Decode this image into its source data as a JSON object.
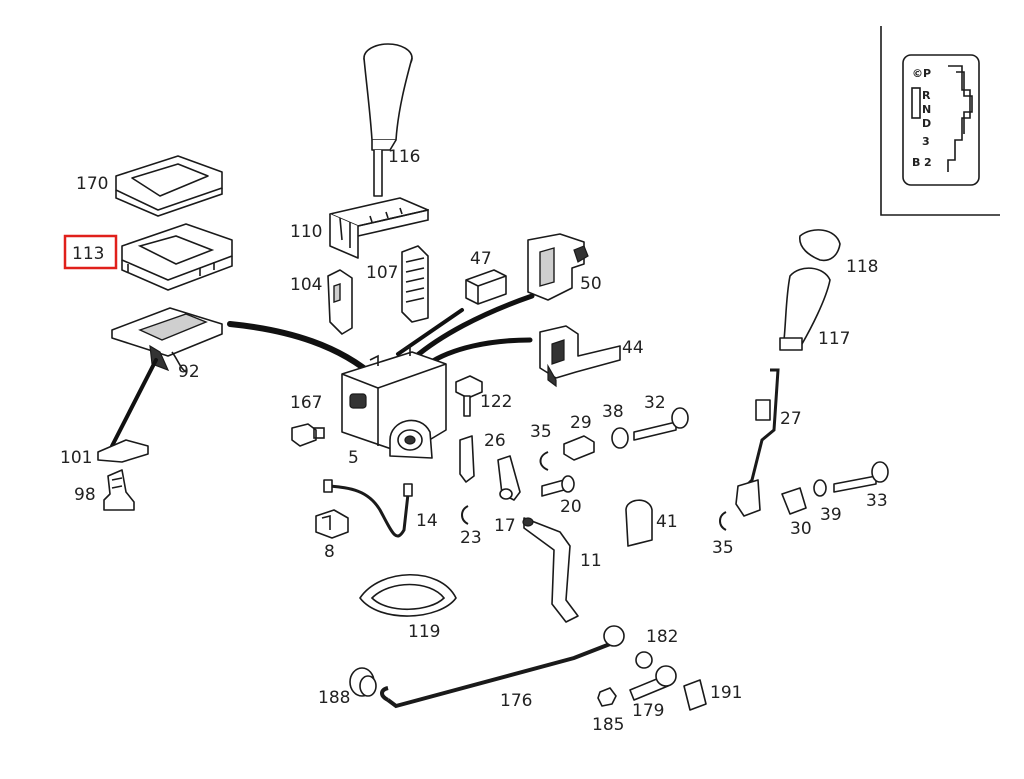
{
  "callouts": {
    "p170": "170",
    "p113": "113",
    "p92": "92",
    "p101": "101",
    "p98": "98",
    "p116": "116",
    "p110": "110",
    "p104": "104",
    "p107": "107",
    "p47": "47",
    "p50": "50",
    "p44": "44",
    "p122": "122",
    "p167": "167",
    "p5": "5",
    "p26": "26",
    "p35a": "35",
    "p29": "29",
    "p38": "38",
    "p32": "32",
    "p20": "20",
    "p17": "17",
    "p23": "23",
    "p41": "41",
    "p14": "14",
    "p8": "8",
    "p11": "11",
    "p119": "119",
    "p182": "182",
    "p188": "188",
    "p176": "176",
    "p185": "185",
    "p179": "179",
    "p191": "191",
    "p118": "118",
    "p117": "117",
    "p27": "27",
    "p35b": "35",
    "p30": "30",
    "p39": "39",
    "p33": "33"
  },
  "gate": {
    "positions": [
      "P",
      "R",
      "N",
      "D",
      "3",
      "2"
    ],
    "marks": [
      "©",
      "B"
    ]
  },
  "highlight": {
    "label": "113",
    "color": "#e0201b"
  },
  "colors": {
    "ink": "#1a1a1a",
    "background": "#ffffff",
    "highlight": "#e0201b"
  }
}
